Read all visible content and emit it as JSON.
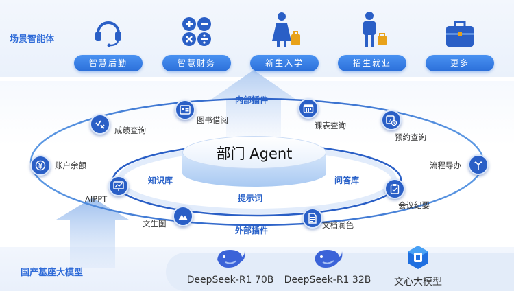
{
  "scenario_label": "场景智能体",
  "foundation_label": "国产基座大模型",
  "agents": [
    {
      "label": "智慧后勤",
      "icon": "headset-icon"
    },
    {
      "label": "智慧财务",
      "icon": "math-operators-icon"
    },
    {
      "label": "新生入学",
      "icon": "student-with-bag-icon"
    },
    {
      "label": "招生就业",
      "icon": "person-with-briefcase-icon"
    },
    {
      "label": "更多",
      "icon": "briefcase-icon"
    }
  ],
  "center": {
    "title": "部门 Agent",
    "knowledge_base": "知识库",
    "qa_base": "问答库",
    "prompt": "提示词"
  },
  "ring_labels": {
    "internal_plugins": "内部插件",
    "external_plugins": "外部插件"
  },
  "plugins": {
    "grades": "成绩查询",
    "library": "图书借阅",
    "schedule": "课表查询",
    "booking": "预约查询",
    "balance": "账户余额",
    "workflow": "流程导办",
    "aippt": "AIPPT",
    "minutes": "会议纪要",
    "image": "文生图",
    "polish": "文档润色"
  },
  "models": [
    {
      "label": "DeepSeek-R1 70B",
      "icon": "whale-icon"
    },
    {
      "label": "DeepSeek-R1 32B",
      "icon": "whale-icon"
    },
    {
      "label": "文心大模型",
      "icon": "wenxin-logo-icon"
    }
  ]
}
